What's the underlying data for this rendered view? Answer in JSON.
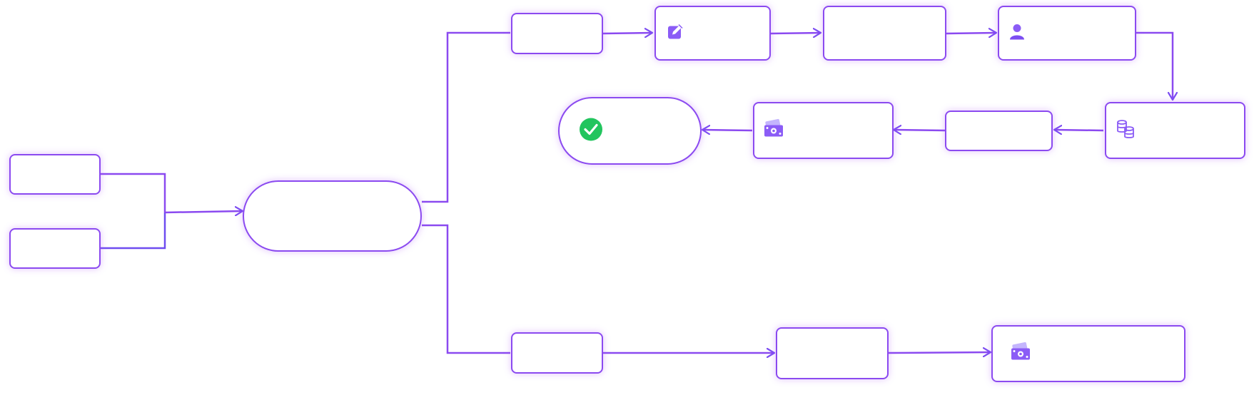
{
  "diagram": {
    "type": "flowchart",
    "colors": {
      "stroke_start": "#a855f7",
      "stroke_end": "#5b5bf0",
      "check_green": "#22c55e",
      "icon_purple": "#8b5cf6"
    },
    "nodes": [
      {
        "id": "input-a",
        "label": ""
      },
      {
        "id": "input-b",
        "label": ""
      },
      {
        "id": "hub",
        "label": "",
        "shape": "pill"
      },
      {
        "id": "top-start",
        "label": ""
      },
      {
        "id": "edit-step",
        "label": "",
        "icon": "edit-icon"
      },
      {
        "id": "review-step",
        "label": ""
      },
      {
        "id": "user-step",
        "label": "",
        "icon": "user-icon"
      },
      {
        "id": "coins-step",
        "label": "",
        "icon": "coins-icon"
      },
      {
        "id": "mid-step",
        "label": ""
      },
      {
        "id": "payment-step",
        "label": "",
        "icon": "cash-icon"
      },
      {
        "id": "done",
        "label": "",
        "shape": "pill",
        "icon": "check-circle-icon"
      },
      {
        "id": "bottom-start",
        "label": ""
      },
      {
        "id": "bottom-mid",
        "label": ""
      },
      {
        "id": "bottom-payment",
        "label": "",
        "icon": "cash-icon"
      }
    ],
    "edges": [
      {
        "from": "input-a",
        "to": "hub"
      },
      {
        "from": "input-b",
        "to": "hub"
      },
      {
        "from": "hub",
        "to": "top-start"
      },
      {
        "from": "hub",
        "to": "bottom-start"
      },
      {
        "from": "top-start",
        "to": "edit-step"
      },
      {
        "from": "edit-step",
        "to": "review-step"
      },
      {
        "from": "review-step",
        "to": "user-step"
      },
      {
        "from": "user-step",
        "to": "coins-step"
      },
      {
        "from": "coins-step",
        "to": "mid-step"
      },
      {
        "from": "mid-step",
        "to": "payment-step"
      },
      {
        "from": "payment-step",
        "to": "done"
      },
      {
        "from": "bottom-start",
        "to": "bottom-mid"
      },
      {
        "from": "bottom-mid",
        "to": "bottom-payment"
      }
    ]
  }
}
